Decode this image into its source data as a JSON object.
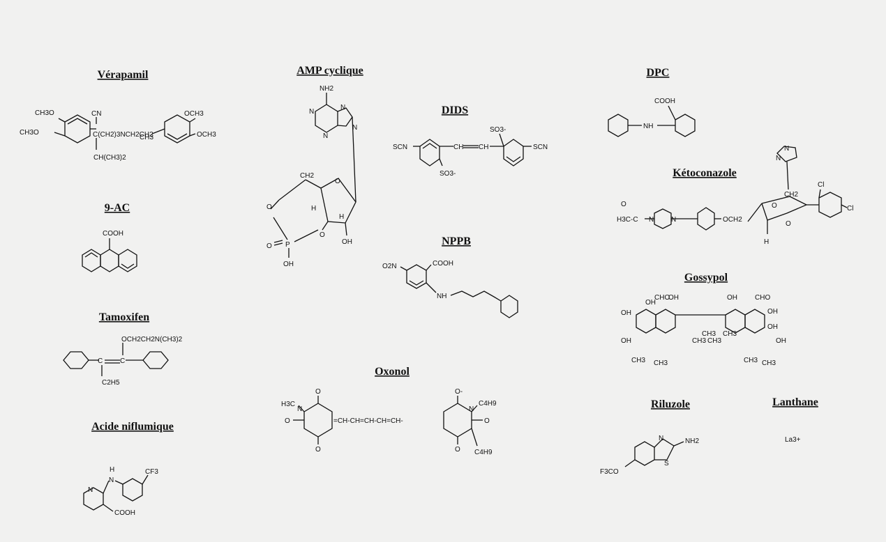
{
  "compounds": {
    "verapamil": {
      "name": "Vérapamil",
      "labels": [
        "CH3O",
        "CH3O",
        "CN",
        "C(CH2)3NCH2CH2",
        "CH3",
        "CH(CH3)2",
        "OCH3",
        "OCH3"
      ]
    },
    "ac9": {
      "name": "9-AC",
      "labels": [
        "COOH"
      ]
    },
    "tamoxifen": {
      "name": "Tamoxifen",
      "labels": [
        "OCH2CH2N(CH3)2",
        "C",
        "C",
        "C2H5"
      ]
    },
    "niflumique": {
      "name": "Acide niflumique",
      "labels": [
        "CF3",
        "H",
        "N",
        "N",
        "COOH"
      ]
    },
    "amp": {
      "name": "AMP cyclique",
      "labels": [
        "NH2",
        "N",
        "N",
        "N",
        "N",
        "CH2",
        "O",
        "O",
        "H",
        "H",
        "O",
        "OH",
        "O",
        "P",
        "OH"
      ]
    },
    "dids": {
      "name": "DIDS",
      "labels": [
        "SCN",
        "SCN",
        "CH",
        "CH",
        "SO3-",
        "SO3-"
      ]
    },
    "nppb": {
      "name": "NPPB",
      "labels": [
        "O2N",
        "COOH",
        "NH"
      ]
    },
    "oxonol": {
      "name": "Oxonol",
      "labels": [
        "H3C",
        "N",
        "O",
        "O",
        "O",
        "=CH-CH=CH-CH=CH-",
        "O-",
        "C4H9",
        "N",
        "O",
        "O",
        "C4H9"
      ]
    },
    "dpc": {
      "name": "DPC",
      "labels": [
        "COOH",
        "NH"
      ]
    },
    "ketoconazole": {
      "name": "Kétoconazole",
      "labels": [
        "N",
        "N",
        "Cl",
        "Cl",
        "CH2",
        "O",
        "O",
        "H3C-C",
        "O",
        "N",
        "N",
        "OCH2",
        "H"
      ]
    },
    "gossypol": {
      "name": "Gossypol",
      "labels": [
        "OH",
        "CHO",
        "OH",
        "OH",
        "CHO",
        "OH",
        "OH",
        "OH",
        "OH",
        "OH",
        "CH3",
        "CH3",
        "CH3",
        "CH3",
        "CH3",
        "CH3",
        "CH3",
        "CH3"
      ]
    },
    "riluzole": {
      "name": "Riluzole",
      "labels": [
        "N",
        "NH2",
        "S",
        "F3CO"
      ]
    },
    "lanthane": {
      "name": "Lanthane",
      "labels": [
        "La3+"
      ]
    }
  }
}
